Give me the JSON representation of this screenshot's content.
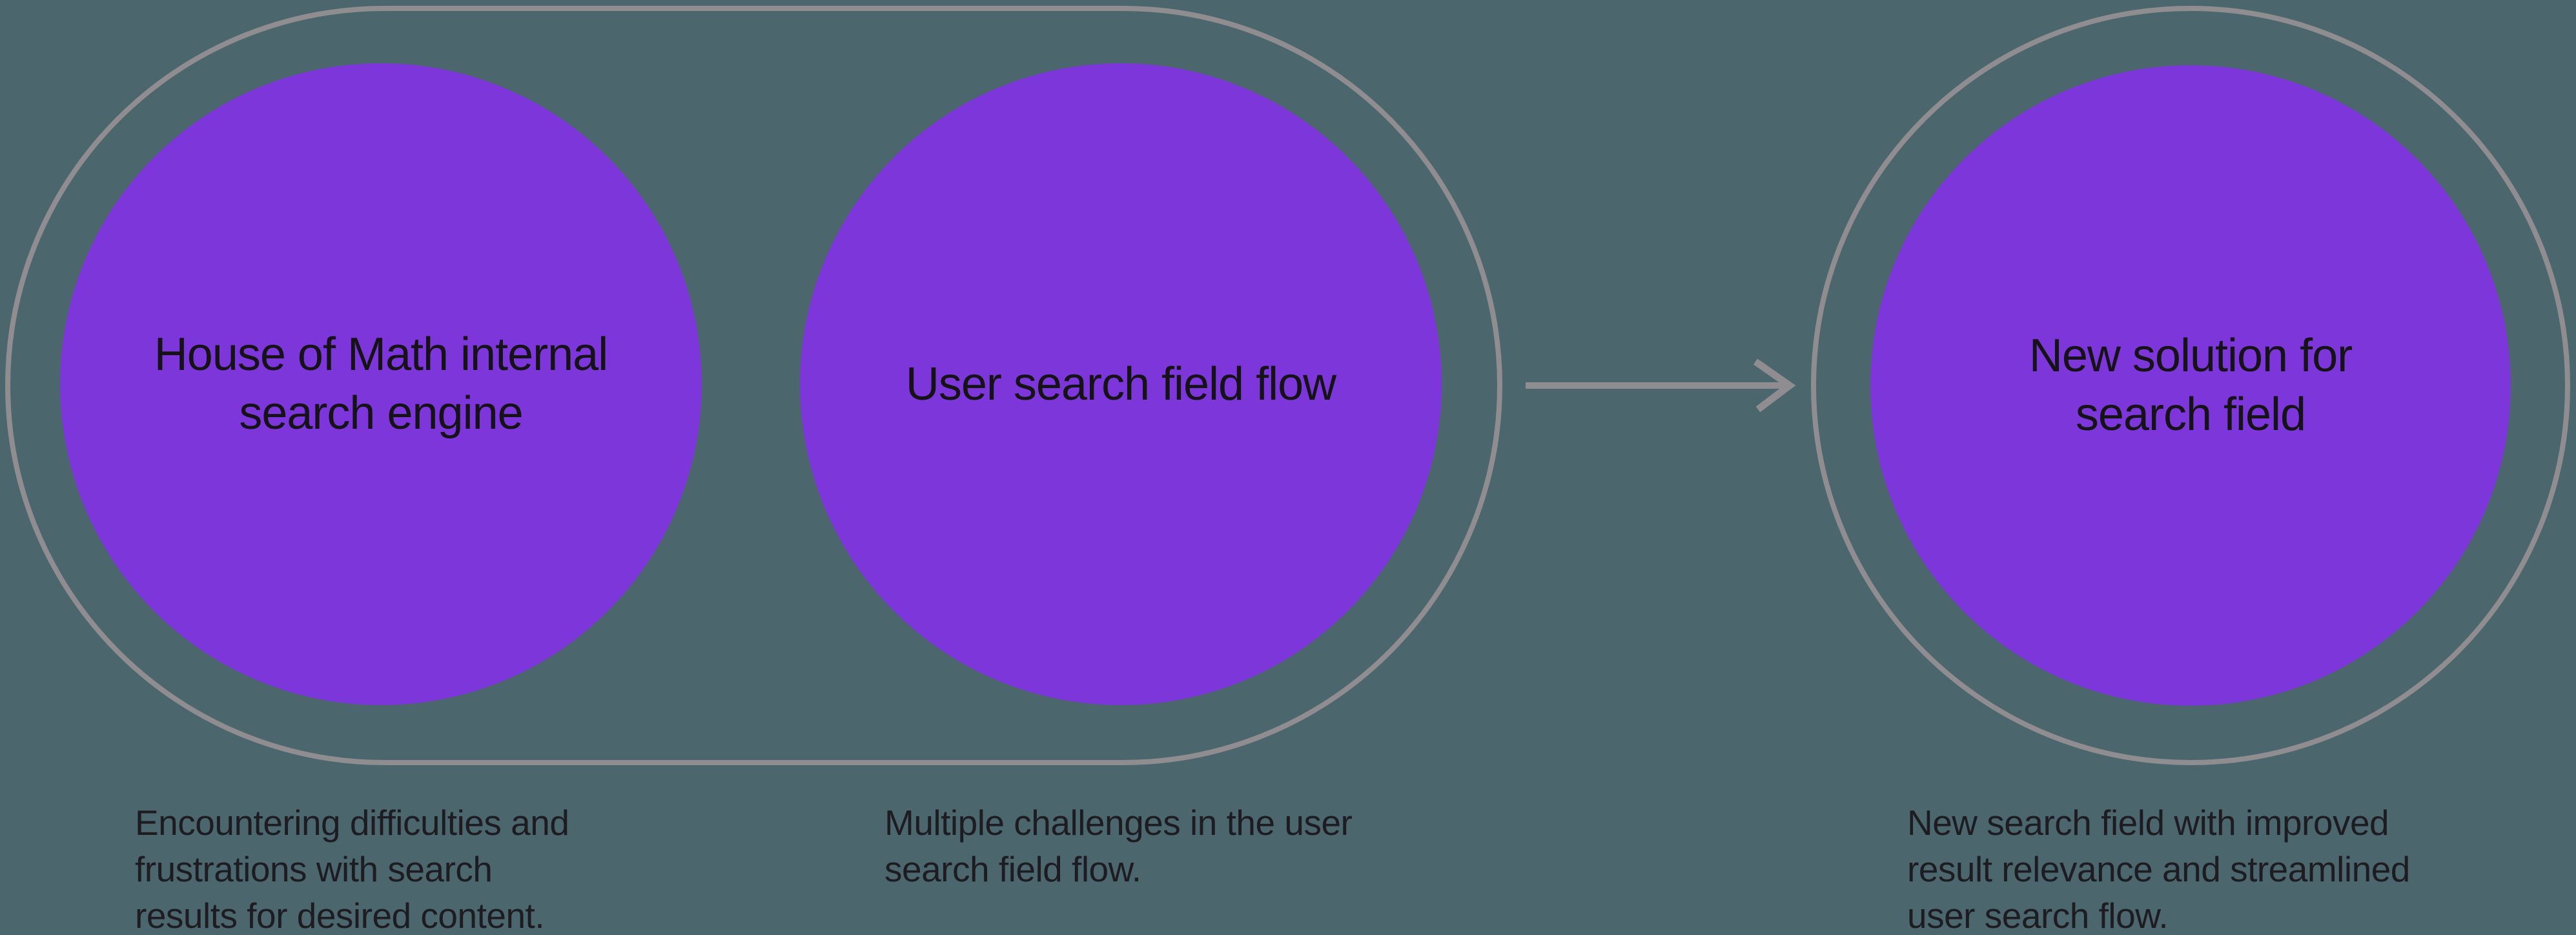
{
  "colors": {
    "bg": "#4C666E",
    "node_fill": "#7C36D9",
    "outline": "#8F8D90",
    "heading_color": "#151318",
    "caption_color": "#1D1C21"
  },
  "diagram": {
    "problem_group": {
      "nodes": [
        {
          "label": "House of Math internal\nsearch engine",
          "caption": "Encountering difficulties and\nfrustrations with search\nresults for desired content."
        },
        {
          "label": "User search field flow",
          "caption": "Multiple challenges in the user\nsearch field flow."
        }
      ]
    },
    "arrow": {
      "icon": "arrow-right"
    },
    "solution": {
      "label": "New solution for\nsearch field",
      "caption": "New search field with improved\nresult relevance and streamlined\nuser search flow."
    }
  }
}
